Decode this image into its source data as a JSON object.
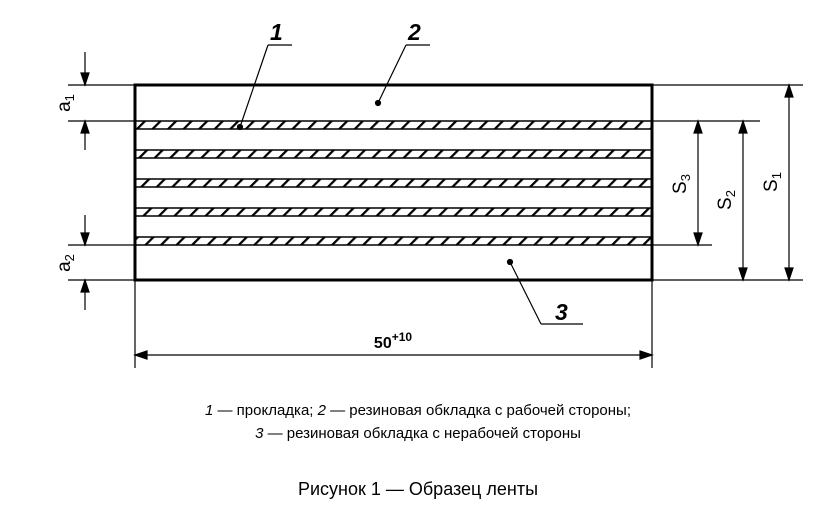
{
  "diagram": {
    "callouts": [
      "1",
      "2",
      "3"
    ],
    "dim_a1": "a",
    "dim_a1_sub": "1",
    "dim_a2": "a",
    "dim_a2_sub": "2",
    "dim_s1": "S",
    "dim_s1_sub": "1",
    "dim_s2": "S",
    "dim_s2_sub": "2",
    "dim_s3": "S",
    "dim_s3_sub": "3",
    "width_value": "50",
    "width_tolerance": "+10",
    "ply_count": 5
  },
  "legend": {
    "item1_num": "1",
    "item1_text": " — прокладка; ",
    "item2_num": "2",
    "item2_text": " — резиновая обкладка с рабочей стороны;",
    "item3_num": "3",
    "item3_text": " — резиновая обкладка с нерабочей стороны"
  },
  "caption": "Рисунок 1 — Образец ленты"
}
